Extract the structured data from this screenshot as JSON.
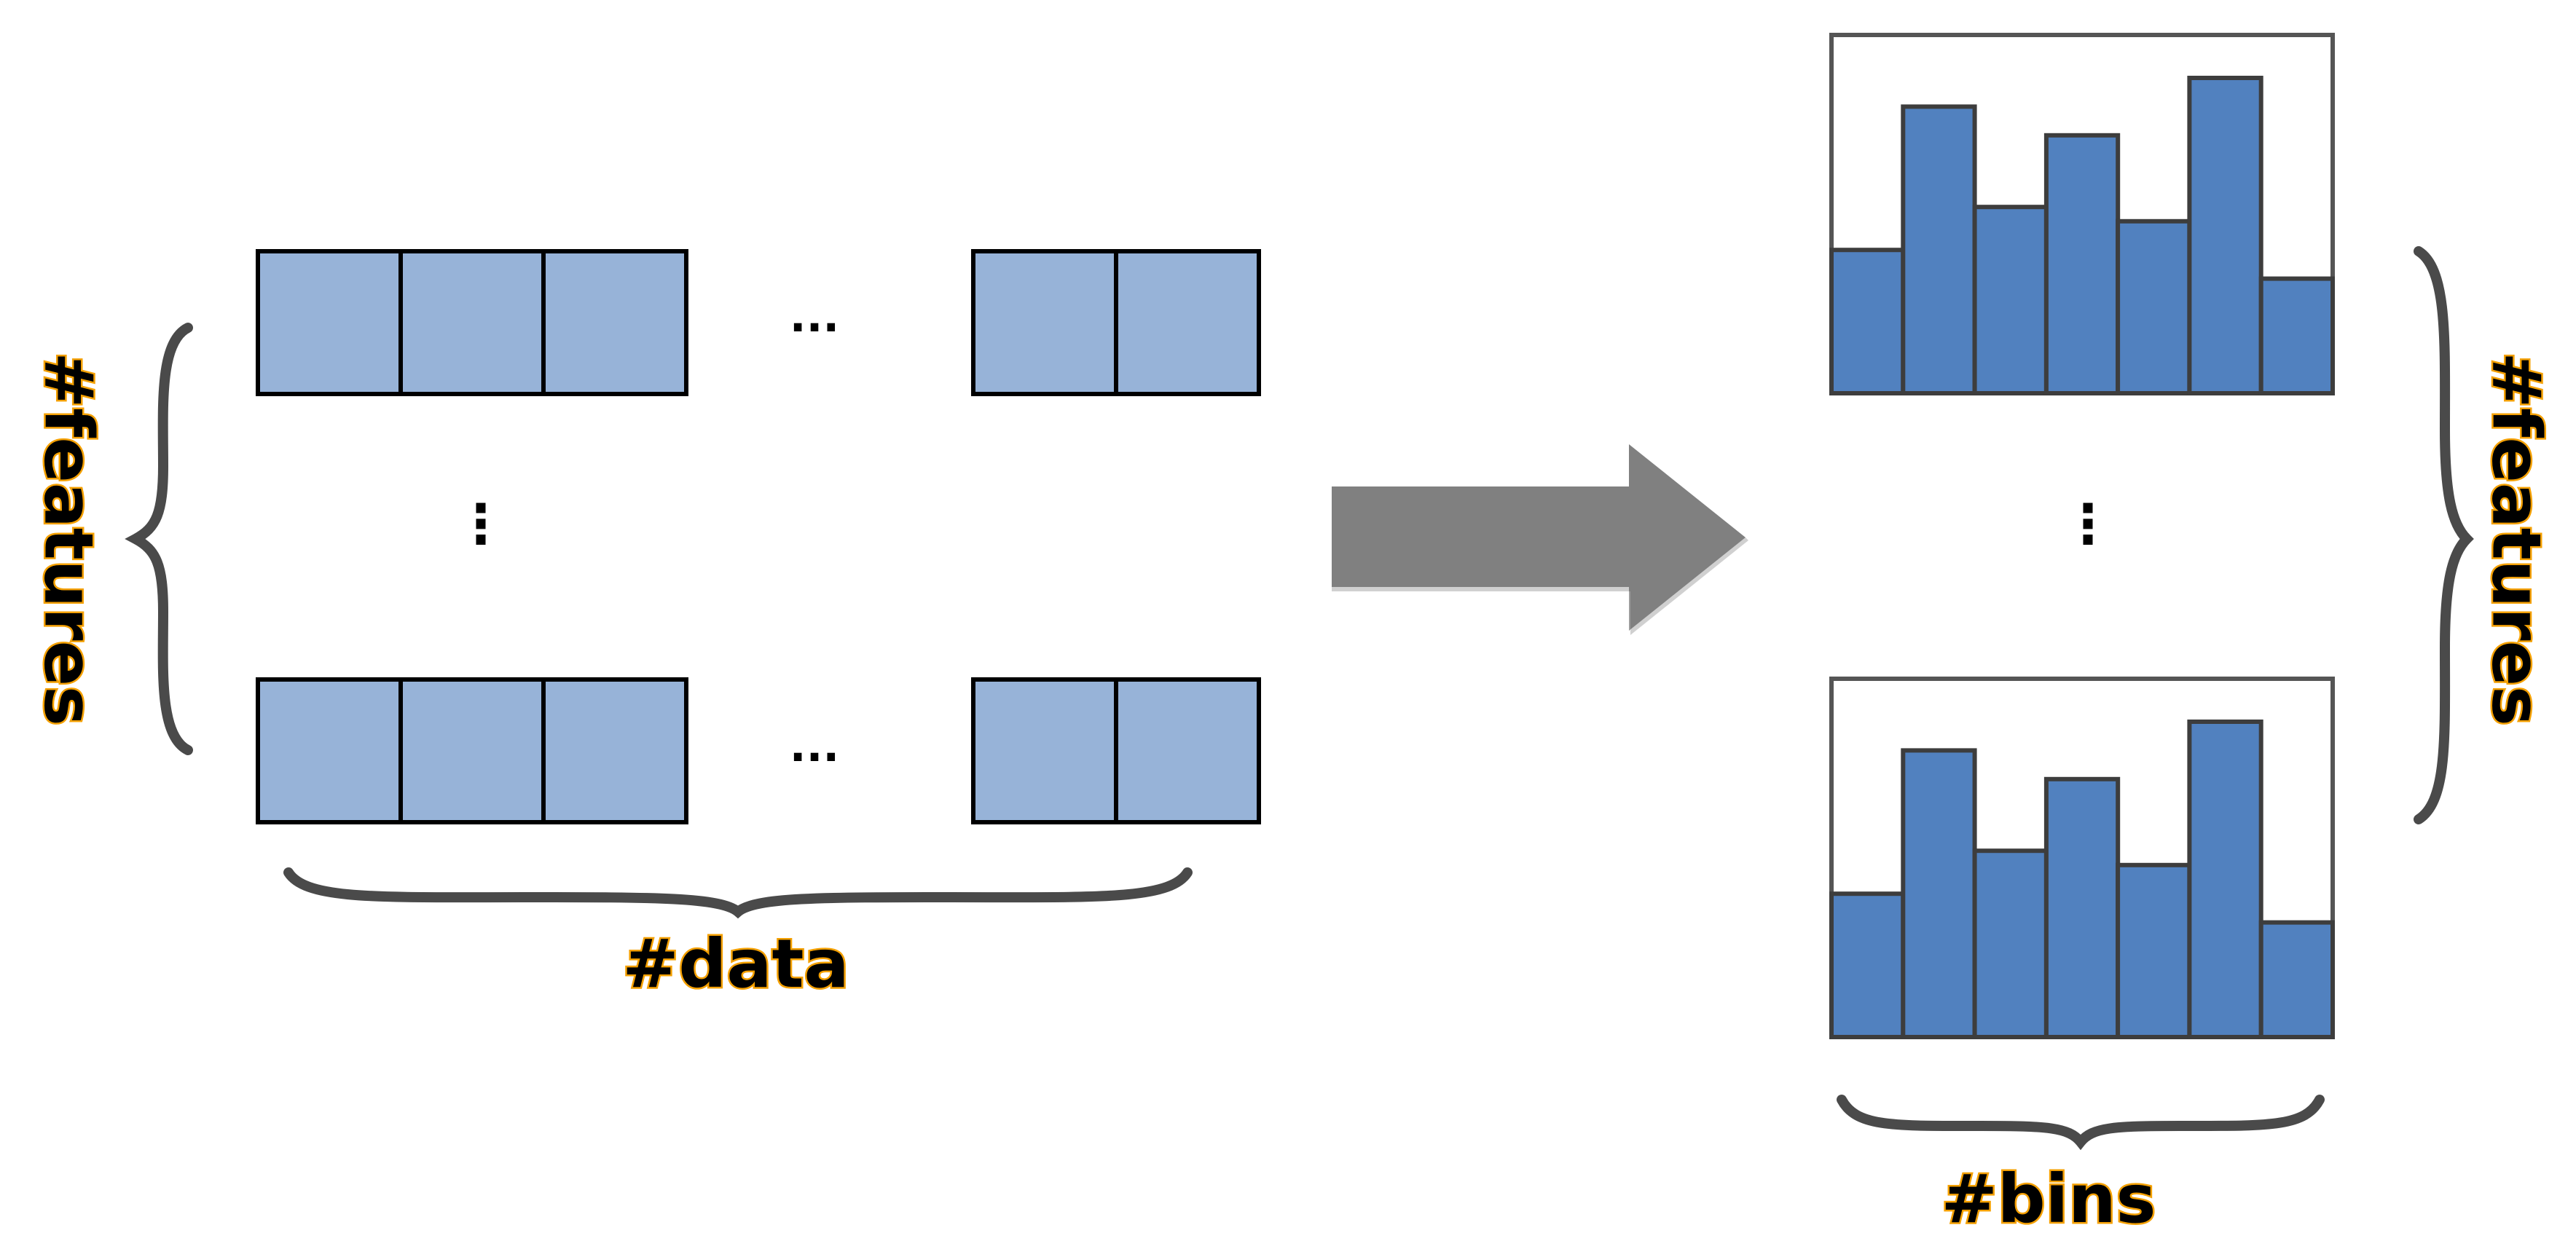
{
  "diagram": {
    "left_label_features": "#features",
    "label_data": "#data",
    "right_label_features": "#features",
    "label_bins": "#bins",
    "ellipsis_h": "...",
    "ellipsis_v": "⋮"
  },
  "histogram_bins": [
    0.4,
    0.8,
    0.52,
    0.72,
    0.48,
    0.88,
    0.32
  ],
  "colors": {
    "cell_fill": "#97b3d8",
    "cell_stroke": "#000000",
    "bar_fill": "#5181bf",
    "bar_stroke": "#3d3d3d",
    "arrow": "#808080",
    "brace": "#4a4a4a",
    "text_outline": "#f4a000"
  }
}
